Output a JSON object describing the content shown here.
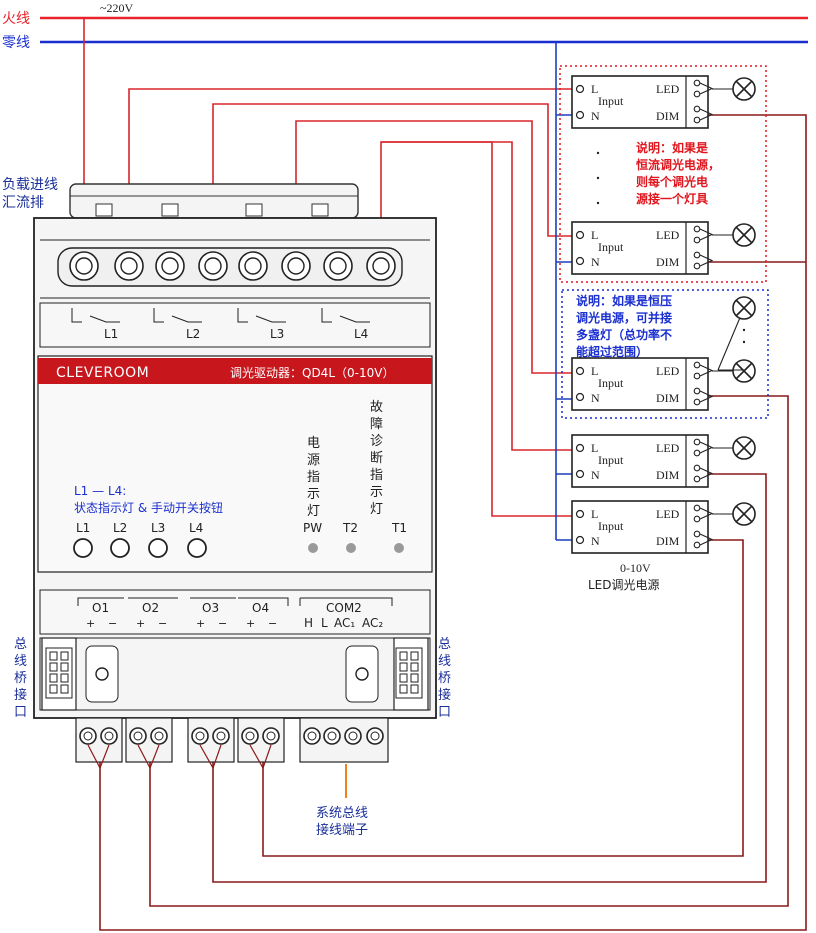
{
  "lines": {
    "live_label": "火线",
    "neutral_label": "零线",
    "voltage_label": "~220V",
    "live_color": "#e8232a",
    "neutral_color": "#1a2fd0",
    "wire_red": "#d9262c",
    "wire_dark": "#8b1a1a",
    "wire_blue": "#1a3fbf"
  },
  "busbar": {
    "label_line1": "负载进线",
    "label_line2": "汇流排"
  },
  "device": {
    "brand": "CLEVEROOM",
    "model_text": "调光驱动器：QD4L（0-10V）",
    "band_color": "#c8161d",
    "channel_labels": [
      "L1",
      "L2",
      "L3",
      "L4"
    ],
    "indicator_caption_line1": "L1 — L4:",
    "indicator_caption_line2": "状态指示灯 & 手动开关按钮",
    "buttons": [
      "L1",
      "L2",
      "L3",
      "L4"
    ],
    "power_indicator_chars": [
      "电",
      "源",
      "指",
      "示",
      "灯"
    ],
    "fault_indicator_chars": [
      "故",
      "障",
      "诊",
      "断",
      "指",
      "示",
      "灯"
    ],
    "status_leds": [
      "PW",
      "T2",
      "T1"
    ],
    "output_groups": [
      "O1",
      "O2",
      "O3",
      "O4"
    ],
    "polarity": [
      "+",
      "−"
    ],
    "com_label": "COM2",
    "com_pins": [
      "H",
      "L",
      "AC₁",
      "AC₂"
    ],
    "left_bus_port_chars": [
      "总",
      "线",
      "桥",
      "接",
      "口"
    ],
    "right_bus_port_chars": [
      "总",
      "线",
      "桥",
      "接",
      "口"
    ],
    "system_bus_label_line1": "系统总线",
    "system_bus_label_line2": "接线端子"
  },
  "drivers": {
    "terminal_L": "L",
    "terminal_N": "N",
    "input_label": "Input",
    "led_label": "LED",
    "dim_label": "DIM",
    "caption_line1": "0-10V",
    "caption_line2": "LED调光电源"
  },
  "notes": {
    "constant_current": [
      "说明：如果是",
      "恒流调光电源，",
      "则每个调光电",
      "源接一个灯具"
    ],
    "constant_voltage": [
      "说明：如果是恒压",
      "调光电源，可并接",
      "多盏灯（总功率不",
      "能超过范围）"
    ],
    "red_note_color": "#e0161e",
    "blue_note_color": "#1a2fd0"
  }
}
